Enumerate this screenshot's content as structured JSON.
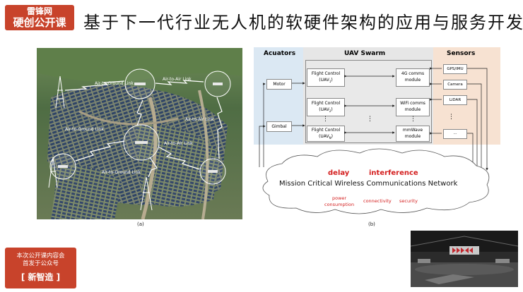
{
  "logo": {
    "line1": "雷锋网",
    "line2": "硬创公开课"
  },
  "title": "基于下一代行业无人机的软硬件架构的应用与服务开发",
  "figure_a": {
    "caption": "(a)",
    "links": [
      "Air-to-Ground Link",
      "Air-to-Air Link",
      "Air-to-Ground Link",
      "Air-to-Air Link",
      "Air-to-Air Link",
      "Air-to-Ground Link"
    ]
  },
  "figure_b": {
    "caption": "(b)",
    "sections": {
      "actuators": "Acuators",
      "swarm": "UAV Swarm",
      "sensors": "Sensors"
    },
    "actuators": [
      "Motor",
      "Gimbal"
    ],
    "flight_controls": [
      {
        "label": "Flight Control",
        "sub": "(UAV",
        "idx": "1",
        "close": ")"
      },
      {
        "label": "Flight Control",
        "sub": "(UAV",
        "idx": "2",
        "close": ")"
      },
      {
        "label": "Flight Control",
        "sub": "(UAV",
        "idx": "N",
        "close": ")"
      }
    ],
    "comms": [
      {
        "line1": "4G comms",
        "line2": "module"
      },
      {
        "line1": "WiFi comms",
        "line2": "module"
      },
      {
        "line1": "mmWave",
        "line2": "module"
      }
    ],
    "sensors": [
      "GPS/IMU",
      "Camera",
      "LiDAR",
      "..."
    ],
    "ellipsis": "⋮",
    "network": {
      "delay": "delay",
      "interference": "interference",
      "name": "Mission Critical Wireless Communications Network",
      "power1": "power",
      "power2": "consumption",
      "connectivity": "connectivity",
      "security": "security"
    },
    "colors": {
      "actuators_bg": "#dbe8f3",
      "swarm_bg": "#e6e6e6",
      "sensors_bg": "#f7e2d2",
      "red": "#d42020"
    }
  },
  "badge": {
    "line1": "本次公开课内容会",
    "line2": "首发于公众号",
    "line3": "[ 新智造 ]"
  }
}
